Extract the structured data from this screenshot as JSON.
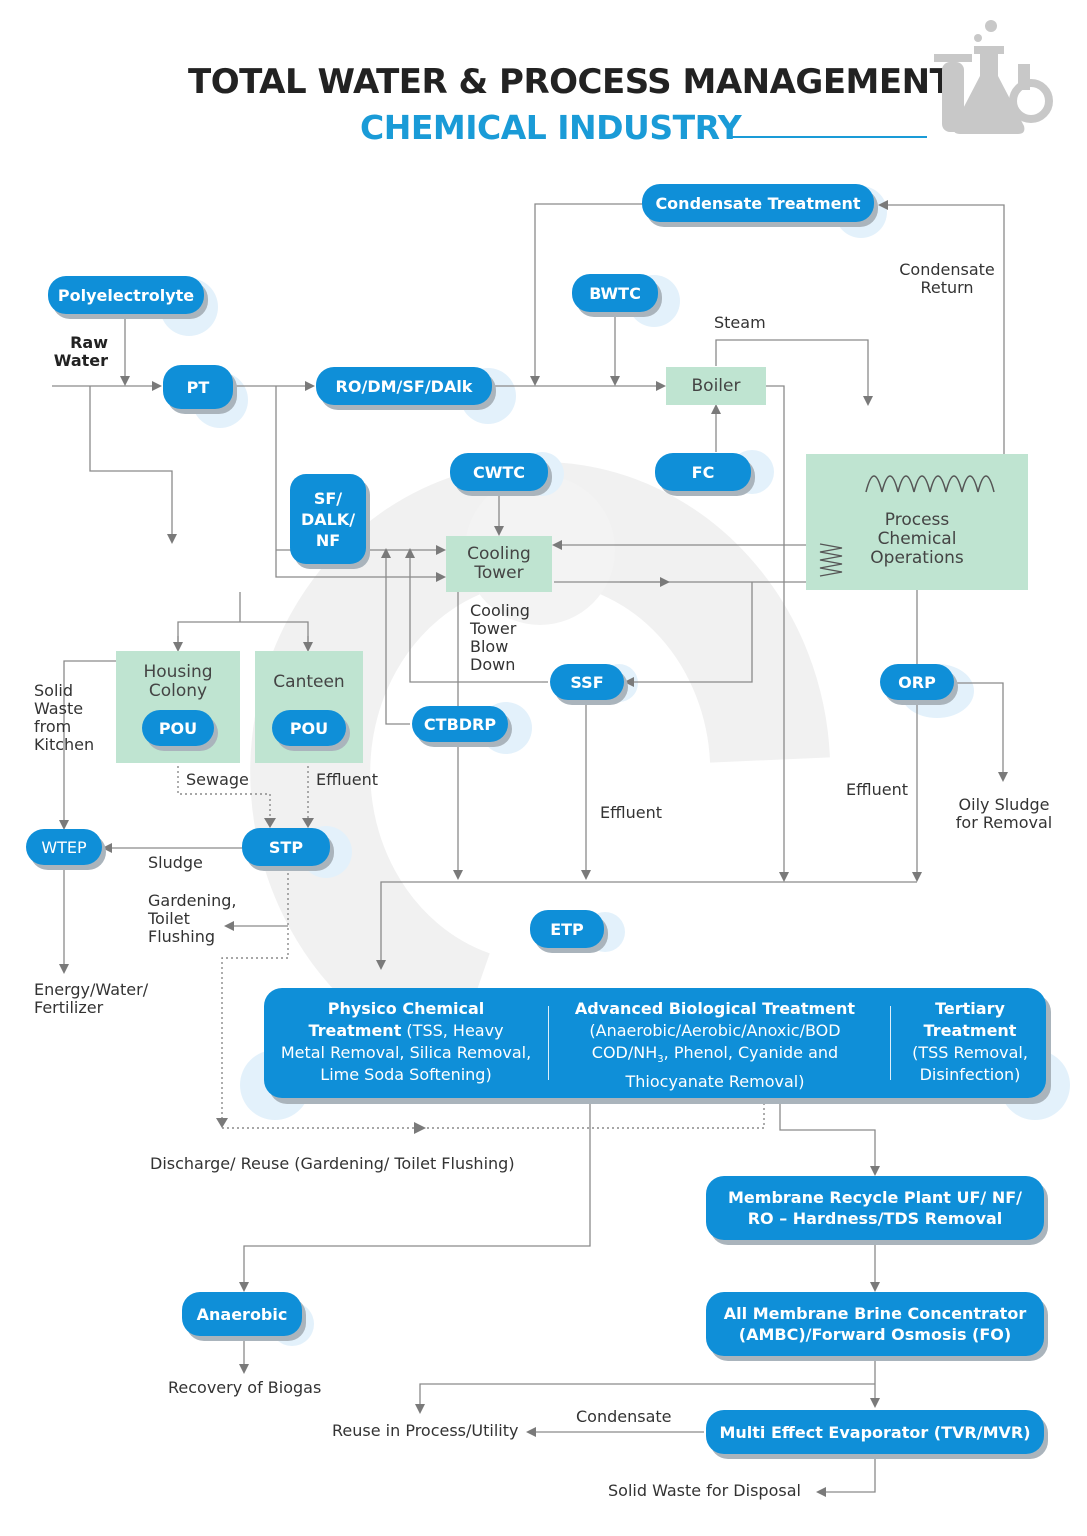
{
  "header": {
    "title": "TOTAL WATER & PROCESS MANAGEMENT",
    "subtitle": "CHEMICAL INDUSTRY",
    "icon": "flask-icon"
  },
  "nodes": {
    "condensate_treatment": "Condensate Treatment",
    "polyelectrolyte": "Polyelectrolyte",
    "bwtc": "BWTC",
    "pt": "PT",
    "ro_dm": "RO/DM/SF/DAlk",
    "boiler": "Boiler",
    "fc": "FC",
    "cwtc": "CWTC",
    "sf_dalk_nf": [
      "SF/",
      "DALK/",
      "NF"
    ],
    "cooling_tower": [
      "Cooling",
      "Tower"
    ],
    "process_ops": [
      "Process",
      "Chemical",
      "Operations"
    ],
    "housing_colony": [
      "Housing",
      "Colony"
    ],
    "canteen": "Canteen",
    "pou_1": "POU",
    "pou_2": "POU",
    "ssf": "SSF",
    "ctbdrp": "CTBDRP",
    "orp": "ORP",
    "wtep": "WTEP",
    "stp": "STP",
    "etp": "ETP",
    "anaerobic": "Anaerobic",
    "membrane_recycle": [
      "Membrane Recycle Plant UF/ NF/",
      "RO – Hardness/TDS Removal"
    ],
    "ambc": [
      "All Membrane Brine Concentrator",
      "(AMBC)/Forward Osmosis (FO)"
    ],
    "mee": "Multi Effect Evaporator (TVR/MVR)"
  },
  "treatment": {
    "physico": {
      "title_1": "Physico Chemical",
      "title_2": "Treatment",
      "line_2_rest": " (TSS, Heavy",
      "line_3": "Metal Removal, Silica Removal,",
      "line_4": "Lime Soda Softening)"
    },
    "bio": {
      "title": "Advanced Biological Treatment",
      "line_2": "(Anaerobic/Aerobic/Anoxic/BOD",
      "line_3a": "COD/NH",
      "line_3sub": "3",
      "line_3b": ", Phenol, Cyanide and",
      "line_4": "Thiocyanate Removal)"
    },
    "tertiary": {
      "title_1": "Tertiary",
      "title_2": "Treatment",
      "line_3": "(TSS Removal,",
      "line_4": "Disinfection)"
    }
  },
  "labels": {
    "raw_water": [
      "Raw",
      "Water"
    ],
    "steam": "Steam",
    "condensate_return": [
      "Condensate",
      "Return"
    ],
    "ct_blow_down": [
      "Cooling",
      "Tower",
      "Blow",
      "Down"
    ],
    "solid_waste_kitchen": [
      "Solid",
      "Waste",
      "from",
      "Kitchen"
    ],
    "sewage": "Sewage",
    "effluent_canteen": "Effluent",
    "effluent_ssf": "Effluent",
    "effluent_orp": "Effluent",
    "oily_sludge": [
      "Oily Sludge",
      "for Removal"
    ],
    "sludge": "Sludge",
    "gardening": [
      "Gardening,",
      "Toilet",
      "Flushing"
    ],
    "energy": [
      "Energy/Water/",
      "Fertilizer"
    ],
    "discharge": "Discharge/ Reuse (Gardening/ Toilet Flushing)",
    "biogas": "Recovery of Biogas",
    "reuse_process": "Reuse in Process/Utility",
    "condensate": "Condensate",
    "solid_waste_disposal": "Solid Waste for Disposal"
  },
  "colors": {
    "accent_blue": "#0f8fd8",
    "title_blue": "#1a9bd7",
    "process_green": "#bfe4d1",
    "line_gray": "#7a7a7a"
  }
}
